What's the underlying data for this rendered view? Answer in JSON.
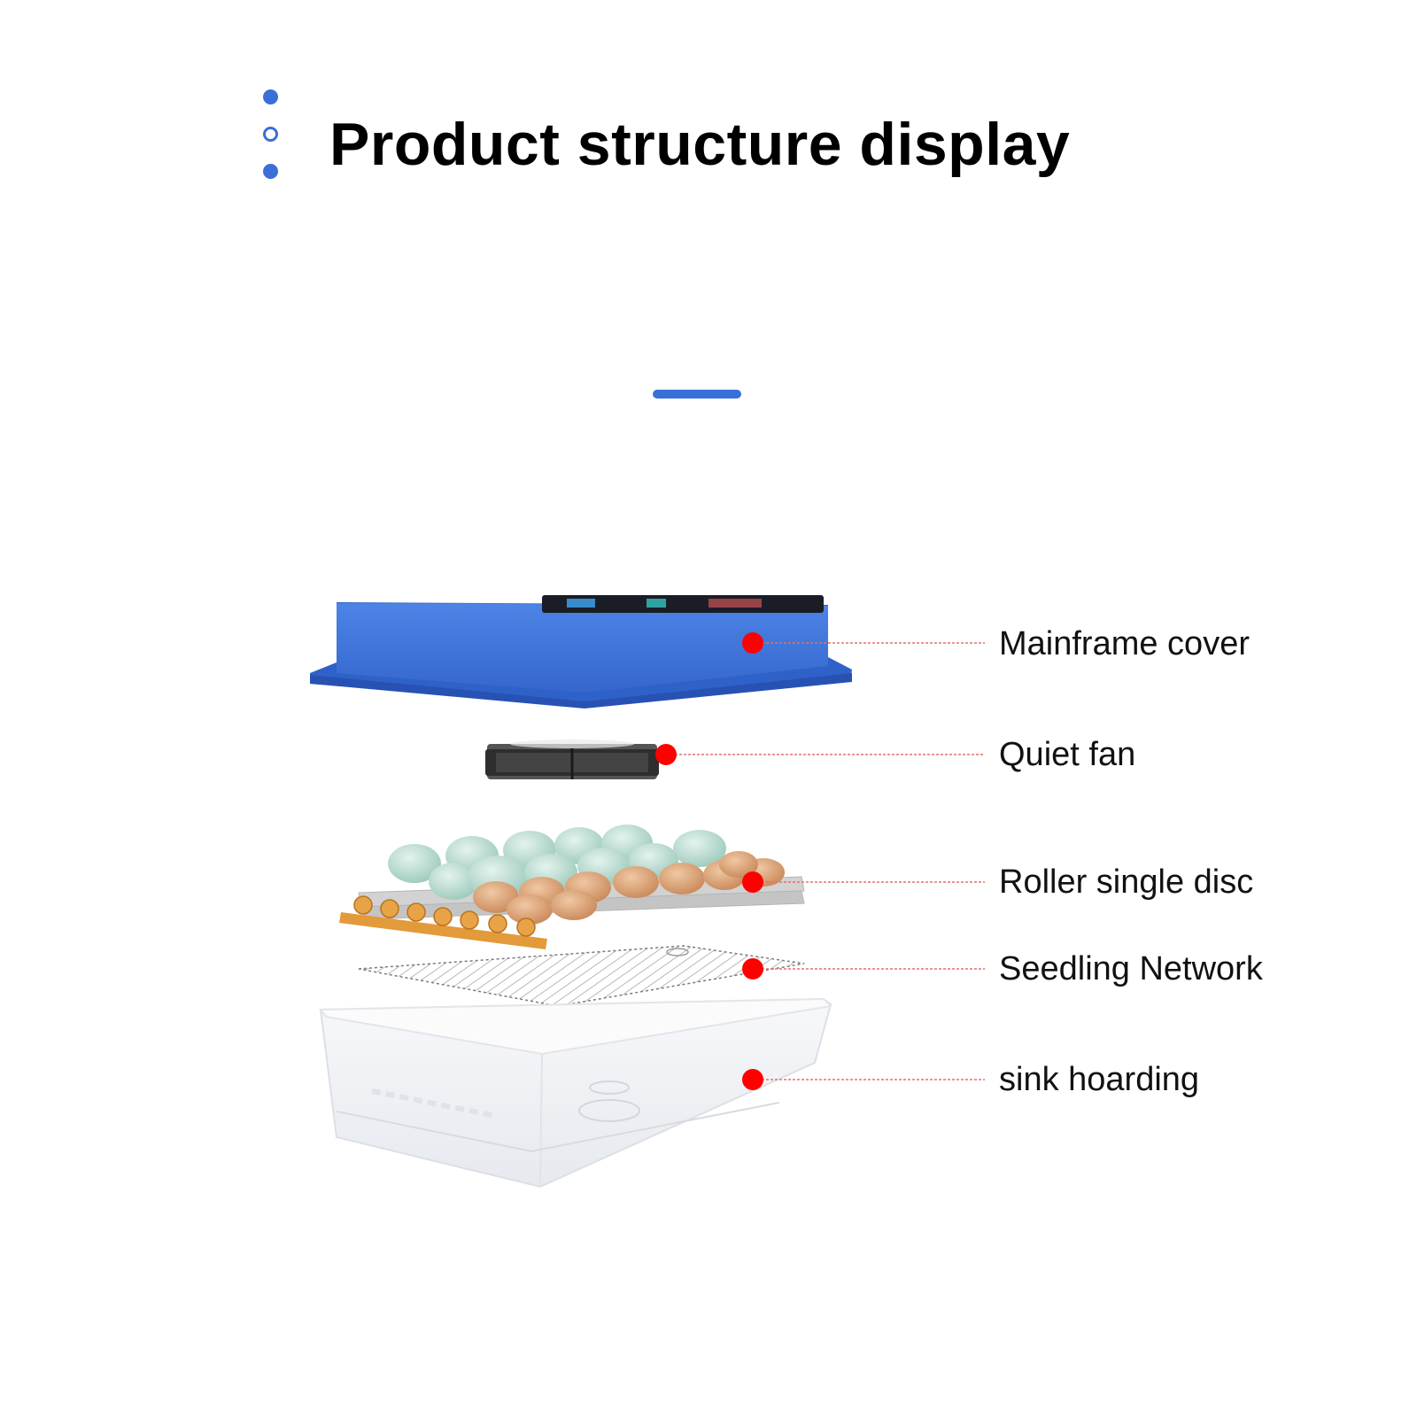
{
  "header": {
    "title": "Product structure display"
  },
  "colors": {
    "accent": "#3a6fd8",
    "marker": "#ff0000",
    "leader_line": "#e07070",
    "cover_blue": "#3b73d8",
    "fan_dark": "#3a3a3a",
    "egg_green": "#bfe0d6",
    "egg_brown": "#d9a57c",
    "roller_orange": "#e39a3a",
    "roller_gray": "#c9c9c9"
  },
  "parts": [
    {
      "id": "mainframe-cover",
      "label": "Mainframe cover"
    },
    {
      "id": "quiet-fan",
      "label": "Quiet fan"
    },
    {
      "id": "roller-single-disc",
      "label": "Roller single disc"
    },
    {
      "id": "seedling-network",
      "label": "Seedling Network"
    },
    {
      "id": "sink-hoarding",
      "label": "sink hoarding"
    }
  ]
}
